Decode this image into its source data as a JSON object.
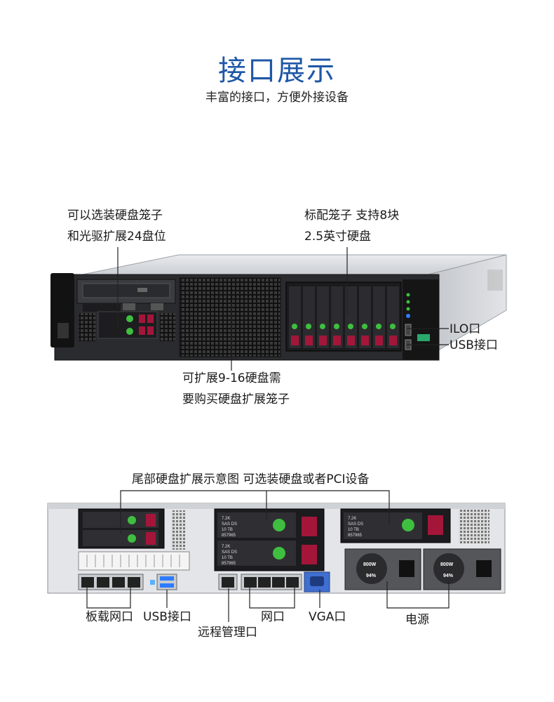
{
  "header": {
    "title": "接口展示",
    "subtitle": "丰富的接口，方便外接设备"
  },
  "front": {
    "callout_cage_line1": "可以选装硬盘笼子",
    "callout_cage_line2": "和光驱扩展24盘位",
    "callout_std_line1": "标配笼子 支持8块",
    "callout_std_line2": "2.5英寸硬盘",
    "callout_expand_line1": "可扩展9-16硬盘需",
    "callout_expand_line2": "要购买硬盘扩展笼子",
    "ilo": "ILO口",
    "usb": "USB接口"
  },
  "rear": {
    "top_callout": "尾部硬盘扩展示意图 可选装硬盘或者PCI设备",
    "onboard_nic": "板载网口",
    "usb": "USB接口",
    "remote_mgmt": "远程管理口",
    "network": "网口",
    "vga": "VGA口",
    "power": "电源"
  },
  "drive_label": {
    "cap": "7.2K",
    "type": "SAS DS",
    "size": "10 TB",
    "pn": "857965"
  },
  "psu_label": {
    "watts": "800W",
    "eff": "94%"
  },
  "colors": {
    "title": "#1e57a6",
    "accent_green": "#3fbf3f",
    "release_red": "#a3163a"
  }
}
